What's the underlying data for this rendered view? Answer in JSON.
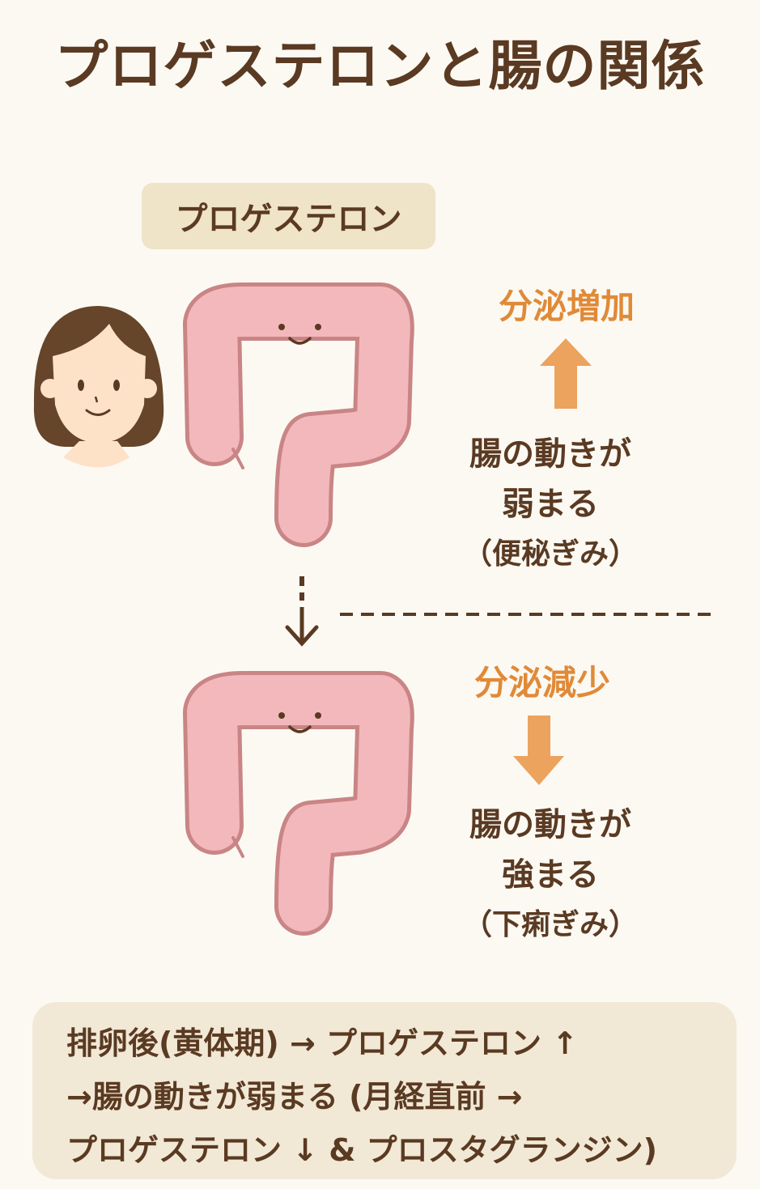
{
  "title": "プロゲステロンと腸の関係",
  "hormone_tag": "プロゲステロン",
  "upper": {
    "secretion": "分泌増加",
    "effect_line1": "腸の動きが",
    "effect_line2": "弱まる",
    "result": "（便秘ぎみ）"
  },
  "lower": {
    "secretion": "分泌減少",
    "effect_line1": "腸の動きが",
    "effect_line2": "強まる",
    "result": "（下痢ぎみ）"
  },
  "note": {
    "line1": "排卵後(黄体期) → プロゲステロン ↑",
    "line2": "→腸の動きが弱まる (月経直前 →",
    "line3": "プロゲステロン ↓ & プロスタグランジン)"
  },
  "colors": {
    "background": "#fcf9f3",
    "text": "#5a3a22",
    "accent": "#e08a38",
    "arrow": "#eca35e",
    "colon": "#f3b8bc",
    "colon_outline": "#c98585"
  }
}
